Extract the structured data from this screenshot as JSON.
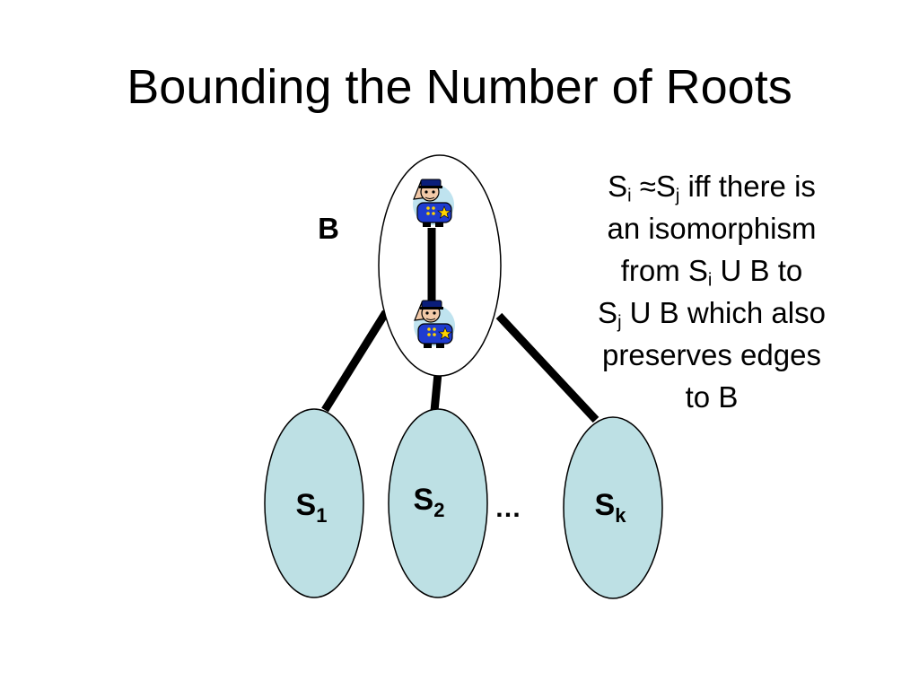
{
  "slide": {
    "title": "Bounding the Number of Roots"
  },
  "diagram": {
    "b_label": "B",
    "sets": [
      {
        "name": "S",
        "sub": "1"
      },
      {
        "name": "S",
        "sub": "2"
      },
      {
        "name": "S",
        "sub": "k"
      }
    ],
    "ellipsis": "…",
    "node_icon": "police-officer-icon",
    "set_fill": "#bde0e4",
    "edge_color": "#000000"
  },
  "description": {
    "s": "S",
    "i": "i",
    "j": "j",
    "approx": " ≈",
    "l1_rest": " iff there is",
    "l2": "an isomorphism",
    "l3_pre": "from ",
    "l3_post": " U B to",
    "l4_post": " U B which also",
    "l5": "preserves edges",
    "l6": "to B"
  }
}
